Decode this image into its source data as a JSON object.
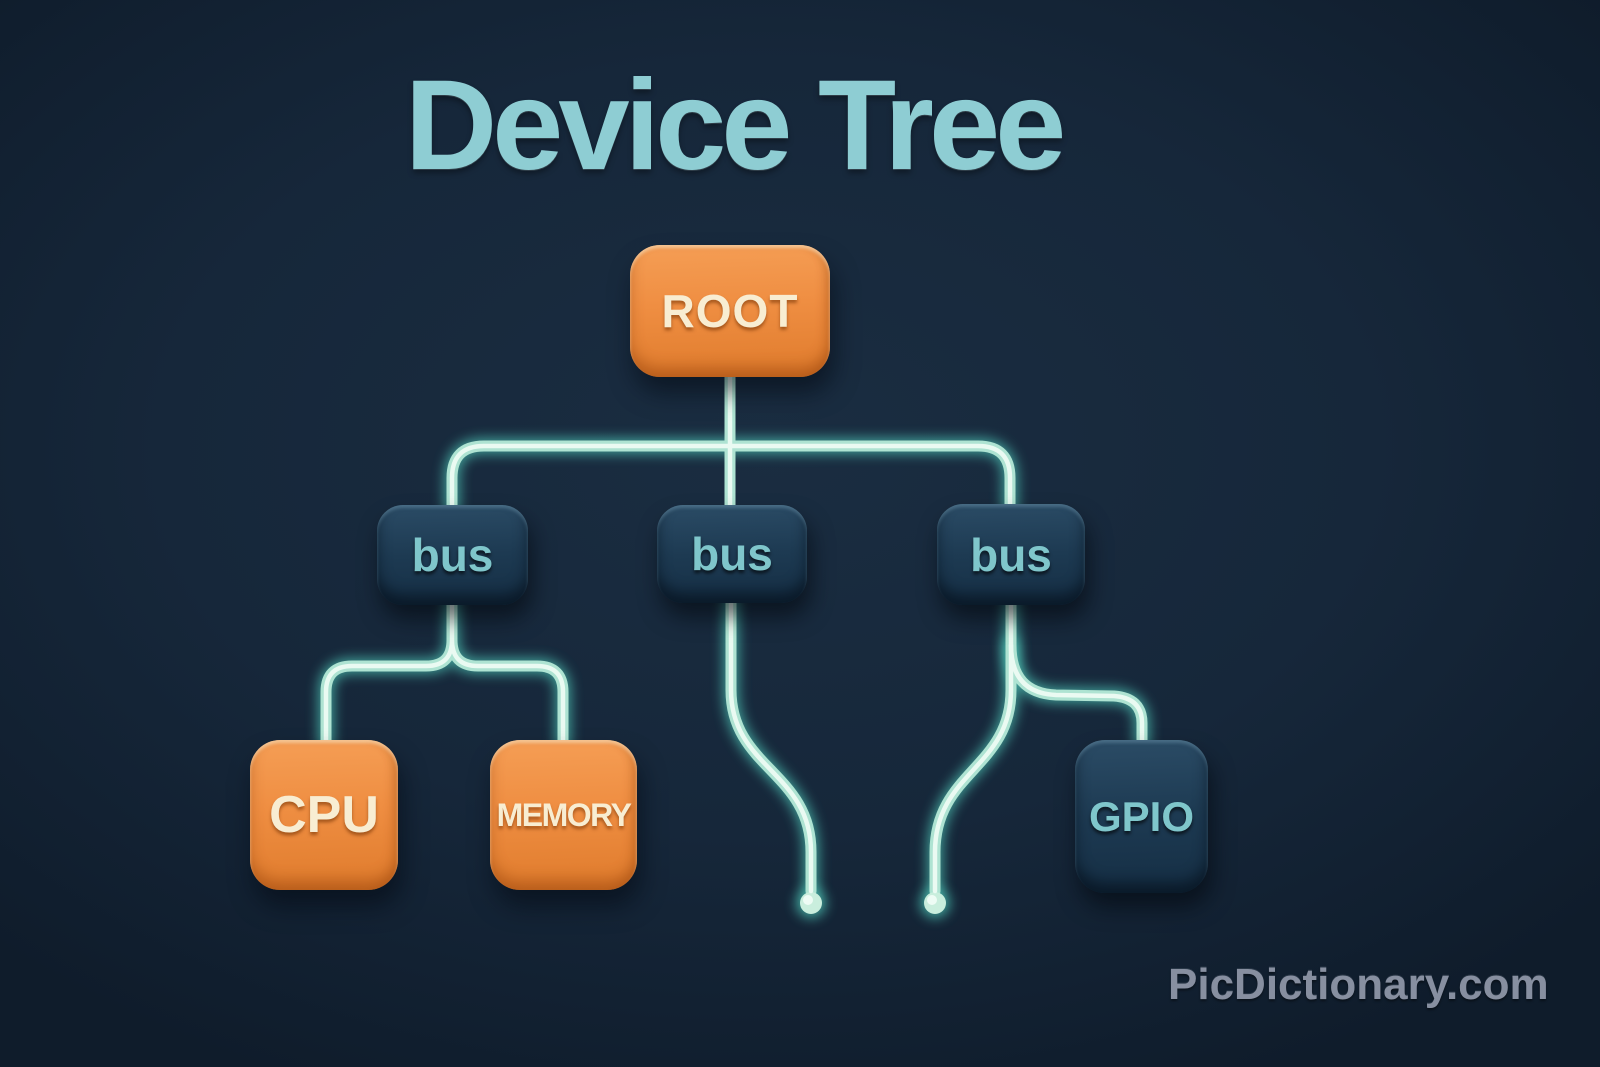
{
  "title": "Device Tree",
  "watermark": "PicDictionary.com",
  "colors": {
    "background": "#16273a",
    "title_text": "#8ecdd3",
    "connector": "#aee3d2",
    "connector_glow": "#54d8c4",
    "node_orange": "#ee8c3e",
    "node_orange_text": "#f8edd2",
    "node_navy": "#1d3a52",
    "node_navy_text": "#7fc6cb",
    "watermark_text": "#878fa0"
  },
  "nodes": {
    "root": {
      "label": "ROOT",
      "level": 0,
      "style": "orange"
    },
    "bus1": {
      "label": "bus",
      "level": 1,
      "style": "navy"
    },
    "bus2": {
      "label": "bus",
      "level": 1,
      "style": "navy"
    },
    "bus3": {
      "label": "bus",
      "level": 1,
      "style": "navy"
    },
    "cpu": {
      "label": "CPU",
      "level": 2,
      "style": "orange"
    },
    "memory": {
      "label": "MEMORY",
      "level": 2,
      "style": "orange"
    },
    "gpio": {
      "label": "GPIO",
      "level": 2,
      "style": "navy"
    }
  },
  "edges": [
    {
      "from": "root",
      "to": "bus1"
    },
    {
      "from": "root",
      "to": "bus2"
    },
    {
      "from": "root",
      "to": "bus3"
    },
    {
      "from": "bus1",
      "to": "cpu"
    },
    {
      "from": "bus1",
      "to": "memory"
    },
    {
      "from": "bus3",
      "to": "gpio"
    },
    {
      "from": "bus2",
      "to": "dangling-endpoint-dot-left"
    },
    {
      "from": "bus3",
      "to": "dangling-endpoint-dot-right"
    }
  ]
}
